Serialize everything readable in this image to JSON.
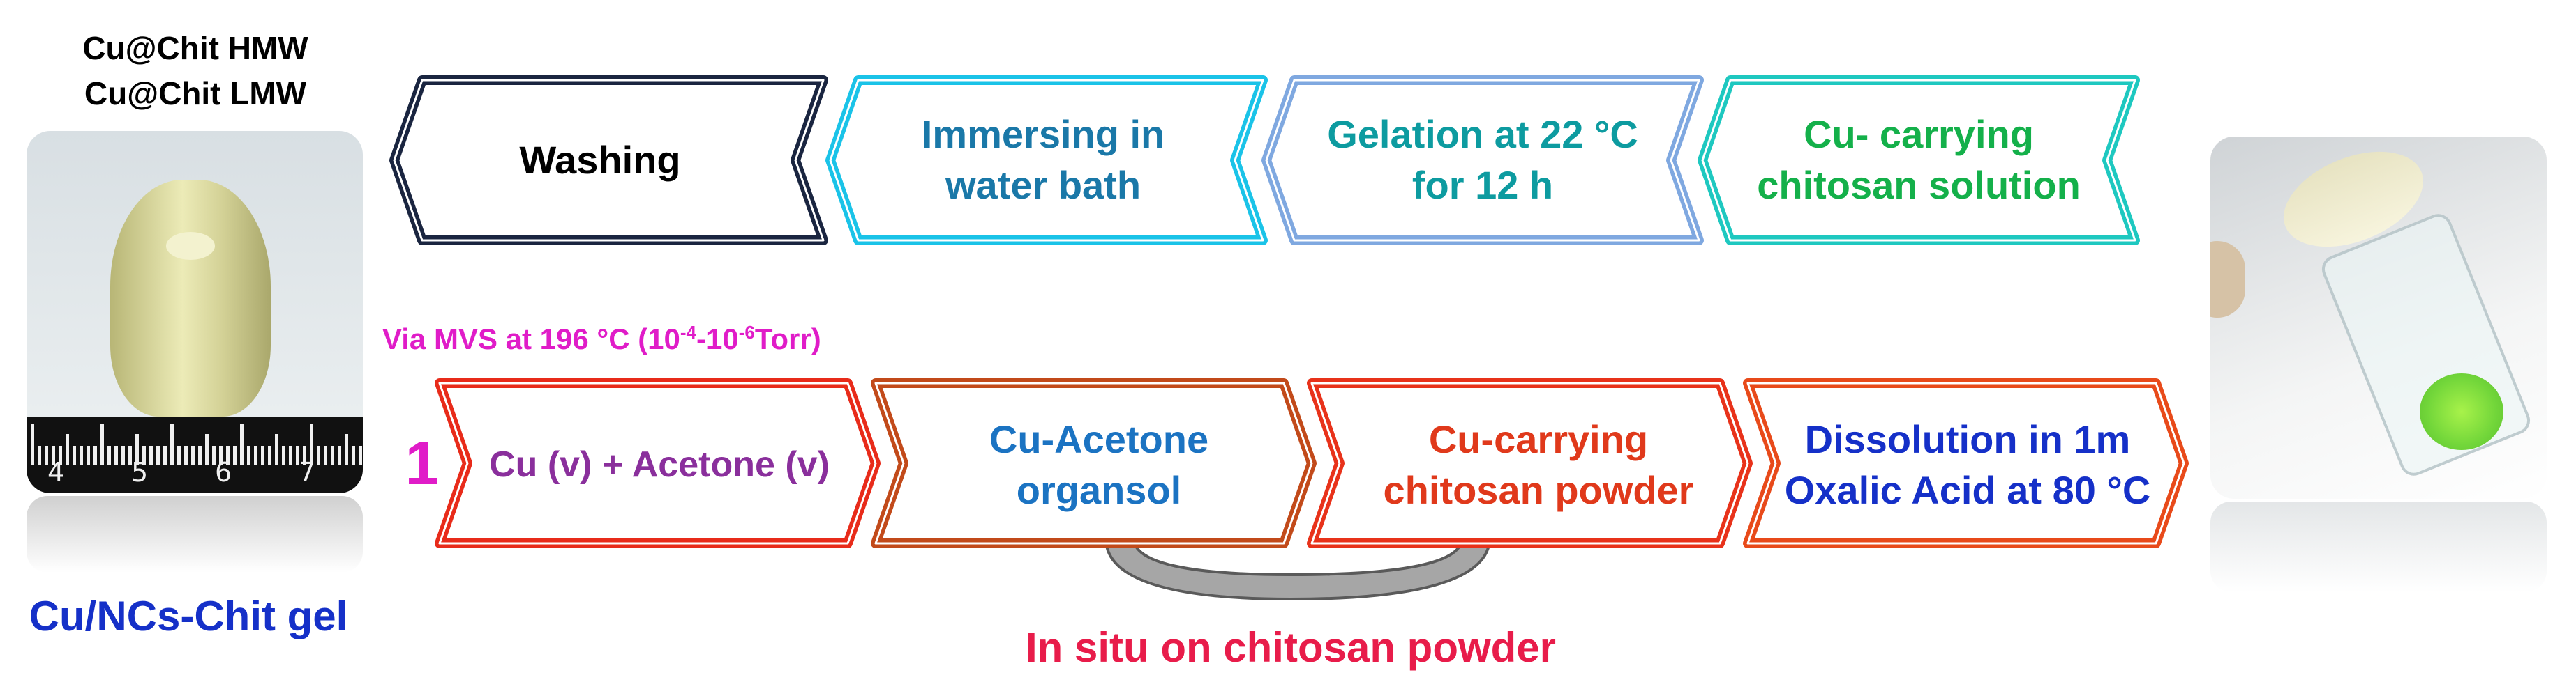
{
  "sample_labels": {
    "line1": "Cu@Chit HMW",
    "line2": "Cu@Chit LMW"
  },
  "product_label": "Cu/NCs-Chit gel",
  "mvs_note": {
    "prefix": "Via MVS at 196 °C (10",
    "exp1": "-4",
    "mid": "-10",
    "exp2": "-6",
    "suffix": "Torr)"
  },
  "route_number": "1",
  "top_row": [
    {
      "text": "Washing",
      "color": "#000000"
    },
    {
      "text": "Immersing in\nwater bath",
      "color": "#1a78a8"
    },
    {
      "text": "Gelation at 22 °C\nfor 12 h",
      "color": "#0d9ba0"
    },
    {
      "text": "Cu- carrying\nchitosan solution",
      "color": "#14b04a"
    }
  ],
  "bottom_row": [
    {
      "text": "Cu (v) + Acetone (v)",
      "color": "#8a2f9c"
    },
    {
      "text": "Cu-Acetone\norgansol",
      "color": "#1b73c2"
    },
    {
      "text": "Cu-carrying\nchitosan powder",
      "color": "#e0391b"
    },
    {
      "text": "Dissolution in 1m\nOxalic Acid at 80 °C",
      "color": "#1530c8"
    }
  ],
  "in_situ_note": "In situ on chitosan powder",
  "ruler_numbers": [
    "4",
    "5",
    "6",
    "7"
  ],
  "colors": {
    "top_outline": [
      "#1a2540",
      "#1ac3e8",
      "#7fa8e0",
      "#1ec8c0"
    ],
    "bottom_outline": [
      "#e82b1a",
      "#c24a1a",
      "#e8321a",
      "#e84a1a"
    ],
    "mvs_note": "#e01cc8",
    "route_number": "#e01cc8",
    "product_label": "#1530c8",
    "in_situ_note": "#e81c4a",
    "bracket": "#a6a6a6"
  },
  "icons": {
    "gel_photo": "gel-cylinder-on-ruler",
    "vial_photo": "green-gel-in-vial"
  }
}
